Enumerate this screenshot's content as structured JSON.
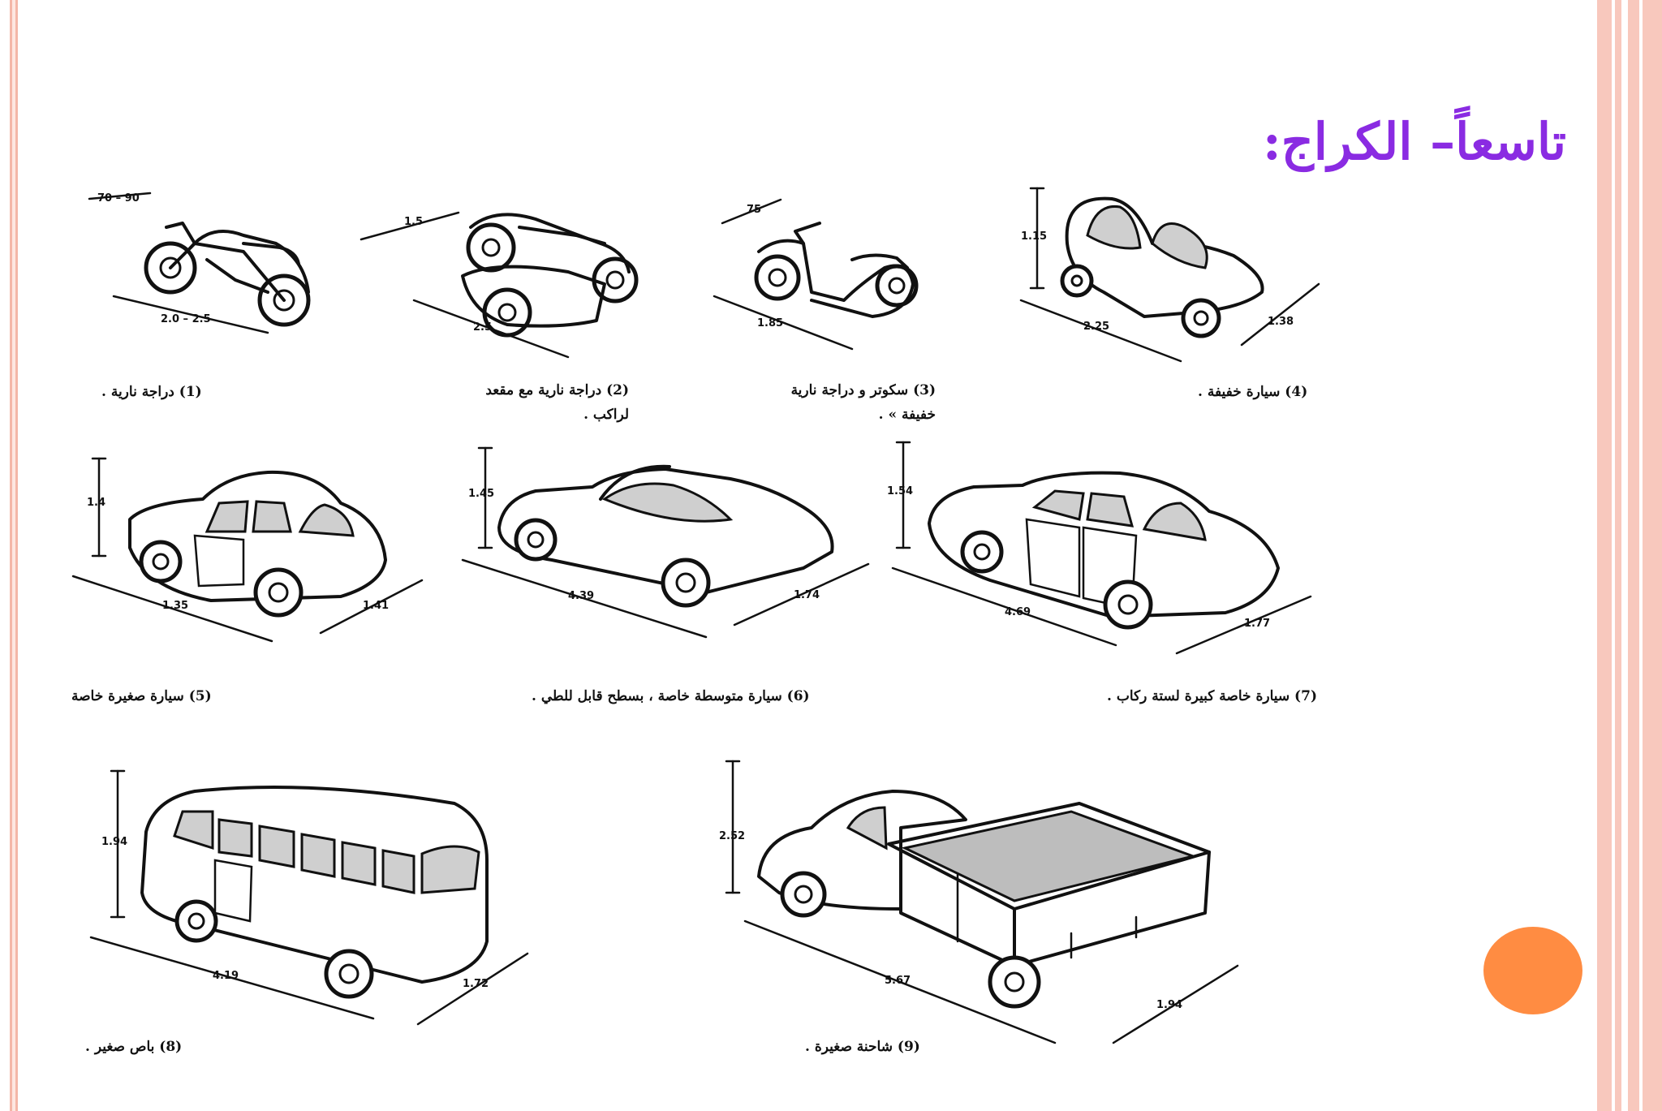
{
  "title": "تاسعاً– الكراج:",
  "colors": {
    "title": "#8a2be2",
    "accent_dot": "#ff8c42",
    "frame": "#f8c8bd"
  },
  "vehicles": [
    {
      "id": 1,
      "caption": "(1) دراجة نارية .",
      "dims": [
        "70 – 90",
        "2.0 – 2.5"
      ]
    },
    {
      "id": 2,
      "caption": "(2) دراجة نارية مع مقعد لراكب .",
      "dims": [
        "1.5",
        "2.5"
      ]
    },
    {
      "id": 3,
      "caption": "(3) سكوتر و دراجة نارية خفيفة » .",
      "dims": [
        "75",
        "1.85"
      ]
    },
    {
      "id": 4,
      "caption": "(4) سيارة خفيفة .",
      "dims": [
        "1.15",
        "2.25",
        "1.38"
      ]
    },
    {
      "id": 5,
      "caption": "(5) سيارة صغيرة خاصة",
      "dims": [
        "1.4",
        "1.35",
        "1.41"
      ]
    },
    {
      "id": 6,
      "caption": "(6) سيارة متوسطة خاصة ، بسطح قابل للطي .",
      "dims": [
        "1.45",
        "4.39",
        "1.74"
      ]
    },
    {
      "id": 7,
      "caption": "(7) سيارة خاصة كبيرة لستة ركاب .",
      "dims": [
        "1.54",
        "4.69",
        "1.77"
      ]
    },
    {
      "id": 8,
      "caption": "(8) باص صغير .",
      "dims": [
        "1.94",
        "4.19",
        "1.72"
      ]
    },
    {
      "id": 9,
      "caption": "(9) شاحنة صغيرة .",
      "dims": [
        "2.52",
        "5.67",
        "1.94"
      ]
    }
  ]
}
